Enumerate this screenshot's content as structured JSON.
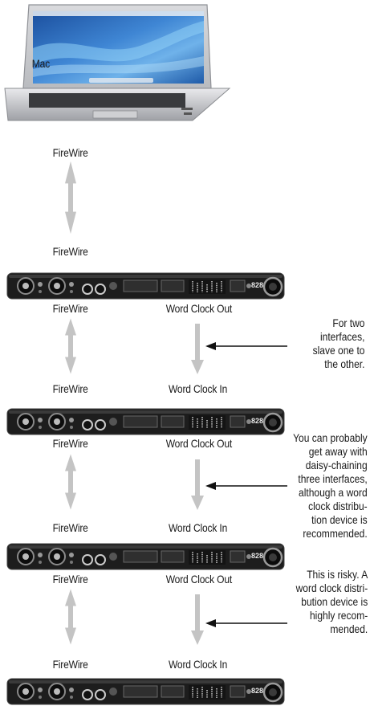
{
  "computer": {
    "label": "Mac"
  },
  "top_link": {
    "upper": "FireWire",
    "lower": "FireWire"
  },
  "links": [
    {
      "fw_top": "FireWire",
      "fw_bottom": "FireWire",
      "wc_top": "Word Clock Out",
      "wc_bottom": "Word Clock In",
      "note": "For two\ninterfaces,\nslave one to\nthe other."
    },
    {
      "fw_top": "FireWire",
      "fw_bottom": "FireWire",
      "wc_top": "Word Clock Out",
      "wc_bottom": "Word Clock In",
      "note": "You can probably\nget away with\ndaisy-chaining\nthree interfaces,\nalthough a word\nclock distribu-\ntion device is\nrecommended."
    },
    {
      "fw_top": "FireWire",
      "fw_bottom": "FireWire",
      "wc_top": "Word Clock Out",
      "wc_bottom": "Word Clock In",
      "note": "This is risky. A\nword clock distri-\nbution device is\nhighly recom-\nmended."
    }
  ],
  "device": {
    "model_badge": "828"
  },
  "colors": {
    "arrow": "#c4c4c4",
    "note_arrow": "#111111",
    "device_body": "#1d1d1d"
  }
}
